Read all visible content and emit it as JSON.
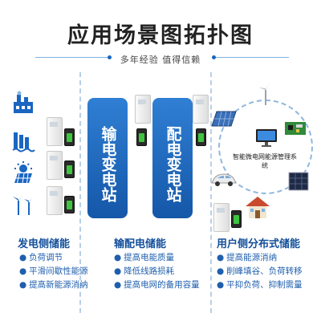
{
  "header": {
    "title": "应用场景图拓扑图",
    "subtitle": "多年经验 值得信赖"
  },
  "stations": {
    "transmission": "输电变电站",
    "distribution": "配电变电站"
  },
  "microgrid": {
    "center_label": "智能微电网能源管理系统"
  },
  "sources": [
    {
      "icon": "power-plant-icon"
    },
    {
      "icon": "hydro-dam-icon"
    },
    {
      "icon": "solar-panel-icon"
    },
    {
      "icon": "wind-turbine-icon"
    }
  ],
  "sections": {
    "generation": {
      "title": "发电侧储能",
      "bullet": "●",
      "items": [
        "负荷调节",
        "平滑间歇性能源",
        "提高新能源消纳"
      ]
    },
    "grid": {
      "title": "输配电储能",
      "bullet": "●",
      "items": [
        "提高电能质量",
        "降低线路损耗",
        "提高电网的备用容量"
      ]
    },
    "user": {
      "title": "用户侧分布式储能",
      "bullet": "●",
      "items": [
        "提高能源消纳",
        "削峰填谷、负荷转移",
        "平抑负荷、抑制需量"
      ]
    }
  },
  "colors": {
    "brand_blue": "#1a66c2",
    "station_blue": "#1557a8",
    "battery_green": "#3fc43f"
  }
}
